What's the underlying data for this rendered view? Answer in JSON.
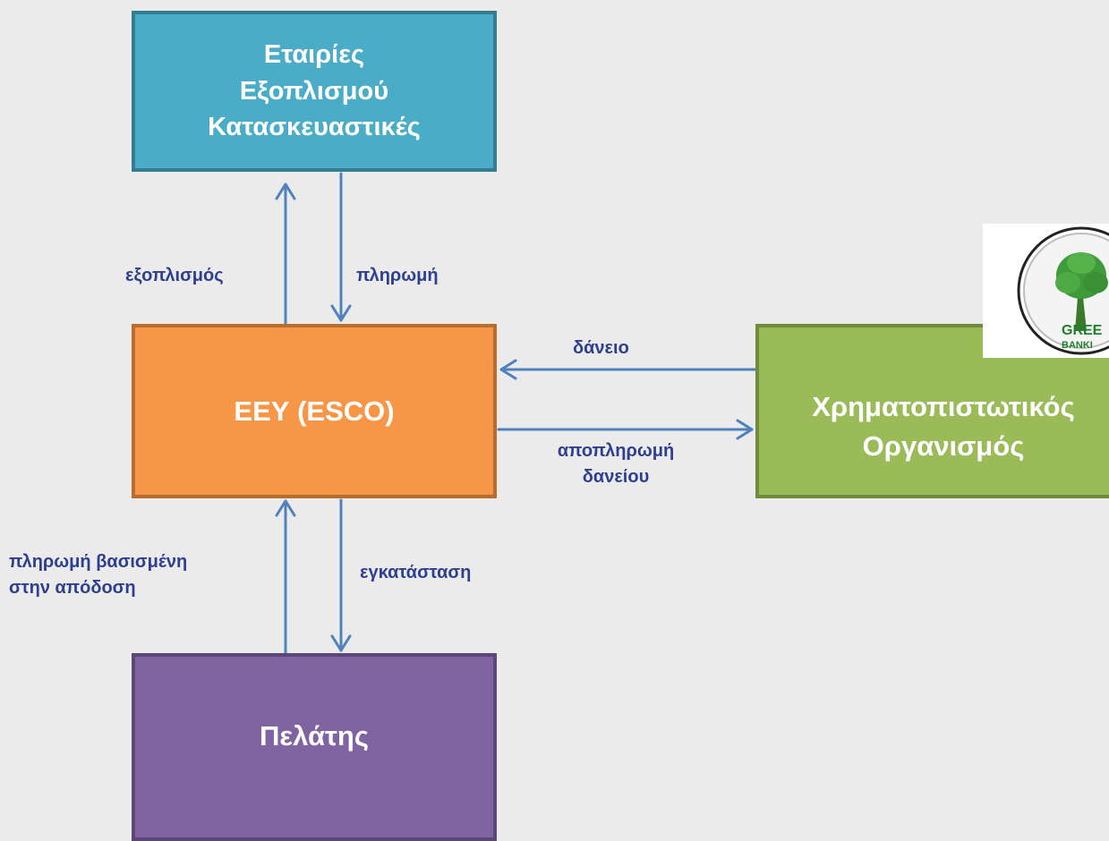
{
  "nodes": {
    "equipment": {
      "lines": [
        "Εταιρίες",
        "Εξοπλισμού",
        "Κατασκευαστικές"
      ],
      "color": "#4aacc6"
    },
    "esco": {
      "lines": [
        "ΕΕΥ (ESCO)"
      ],
      "color": "#f79646"
    },
    "financial": {
      "lines": [
        "Χρηματοπιστωτικός",
        "Οργανισμός"
      ],
      "color": "#9bbb59"
    },
    "client": {
      "lines": [
        "Πελάτης"
      ],
      "color": "#8064a2"
    }
  },
  "edges": {
    "equipment_to_esco": [
      "εξοπλισμός"
    ],
    "esco_to_equipment": [
      "πληρωμή"
    ],
    "financial_to_esco": [
      "δάνειο"
    ],
    "esco_to_financial": [
      "αποπληρωμή",
      "δανείου"
    ],
    "client_to_esco": [
      "πληρωμή βασισμένη",
      "στην απόδοση"
    ],
    "esco_to_client": [
      "εγκατάσταση"
    ]
  },
  "colors": {
    "arrow": "#4f81bd",
    "edge_text": "#2f3f8f",
    "background": "#ebebeb"
  },
  "logo": {
    "icon": "green-tree-bank-logo-icon",
    "text_lines": [
      "GREE",
      "BANKI"
    ]
  }
}
